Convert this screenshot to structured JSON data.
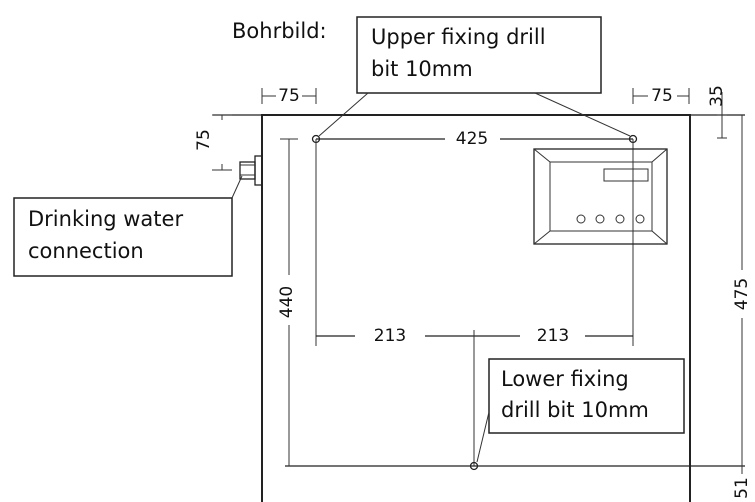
{
  "drawing": {
    "title": "Bohrbild:",
    "callouts": {
      "upper_line1": "Upper fixing drill",
      "upper_line2": "bit 10mm",
      "water_line1": "Drinking water",
      "water_line2": "connection",
      "lower_line1": "Lower fixing",
      "lower_line2": "drill bit 10mm"
    },
    "dimensions": {
      "left_offset": "75",
      "right_offset": "75",
      "top_offset": "35",
      "water_offset": "75",
      "hole_spacing": "425",
      "half_left": "213",
      "half_right": "213",
      "vertical_holes": "440",
      "overall_height": "475",
      "bottom_offset": "51"
    }
  }
}
